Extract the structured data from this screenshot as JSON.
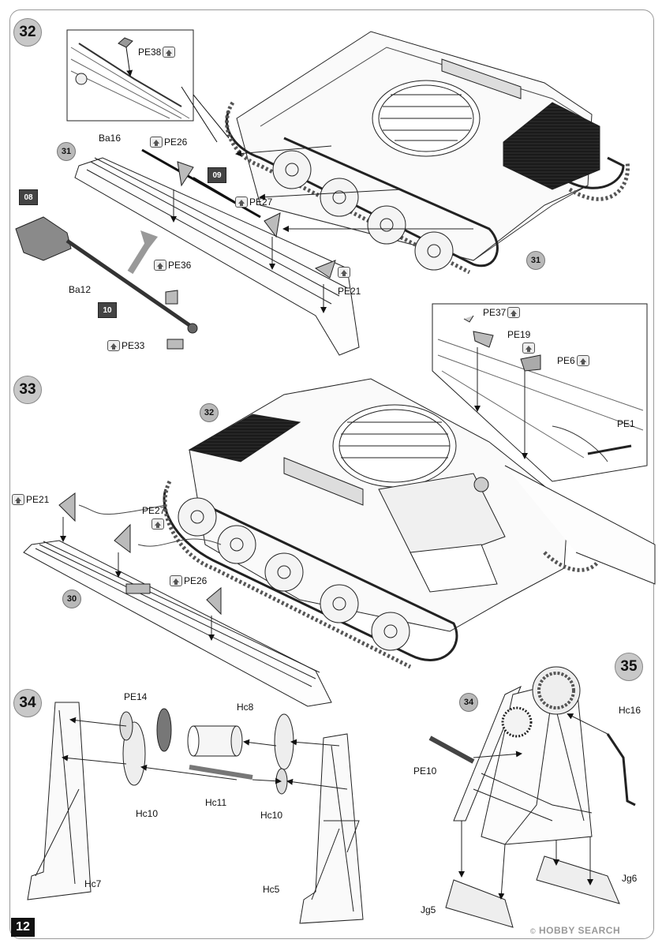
{
  "page_number": "12",
  "watermark": "HOBBY SEARCH",
  "watermark_prefix": "©",
  "steps": [
    {
      "number": "32"
    },
    {
      "number": "33"
    },
    {
      "number": "34"
    },
    {
      "number": "35"
    }
  ],
  "step32": {
    "callouts": {
      "pe38": "PE38",
      "ba16": "Ba16",
      "pe26": "PE26",
      "pe27": "PE27",
      "pe36": "PE36",
      "pe33": "PE33",
      "pe21": "PE21",
      "ba12": "Ba12",
      "pe37": "PE37",
      "pe19": "PE19",
      "pe6": "PE6",
      "pe1": "PE1"
    },
    "refs": {
      "left": "31",
      "right": "31"
    },
    "paints": {
      "shovel": "08",
      "rod": "09",
      "handle": "10"
    }
  },
  "step33": {
    "callouts": {
      "pe21": "PE21",
      "pe27": "PE27",
      "pe26": "PE26"
    },
    "refs": {
      "top": "32",
      "fender": "30"
    }
  },
  "step34": {
    "callouts": {
      "pe14": "PE14",
      "hc8": "Hc8",
      "hc10a": "Hc10",
      "hc11": "Hc11",
      "hc10b": "Hc10",
      "hc7": "Hc7",
      "hc5": "Hc5"
    }
  },
  "step35": {
    "callouts": {
      "pe10": "PE10",
      "hc16": "Hc16",
      "jg5": "Jg5",
      "jg6": "Jg6"
    },
    "refs": {
      "sub": "34"
    }
  },
  "colors": {
    "ink": "#111111",
    "step_fill": "#c8c8c8",
    "grille": "#222222",
    "frame": "#9a9a9a"
  }
}
